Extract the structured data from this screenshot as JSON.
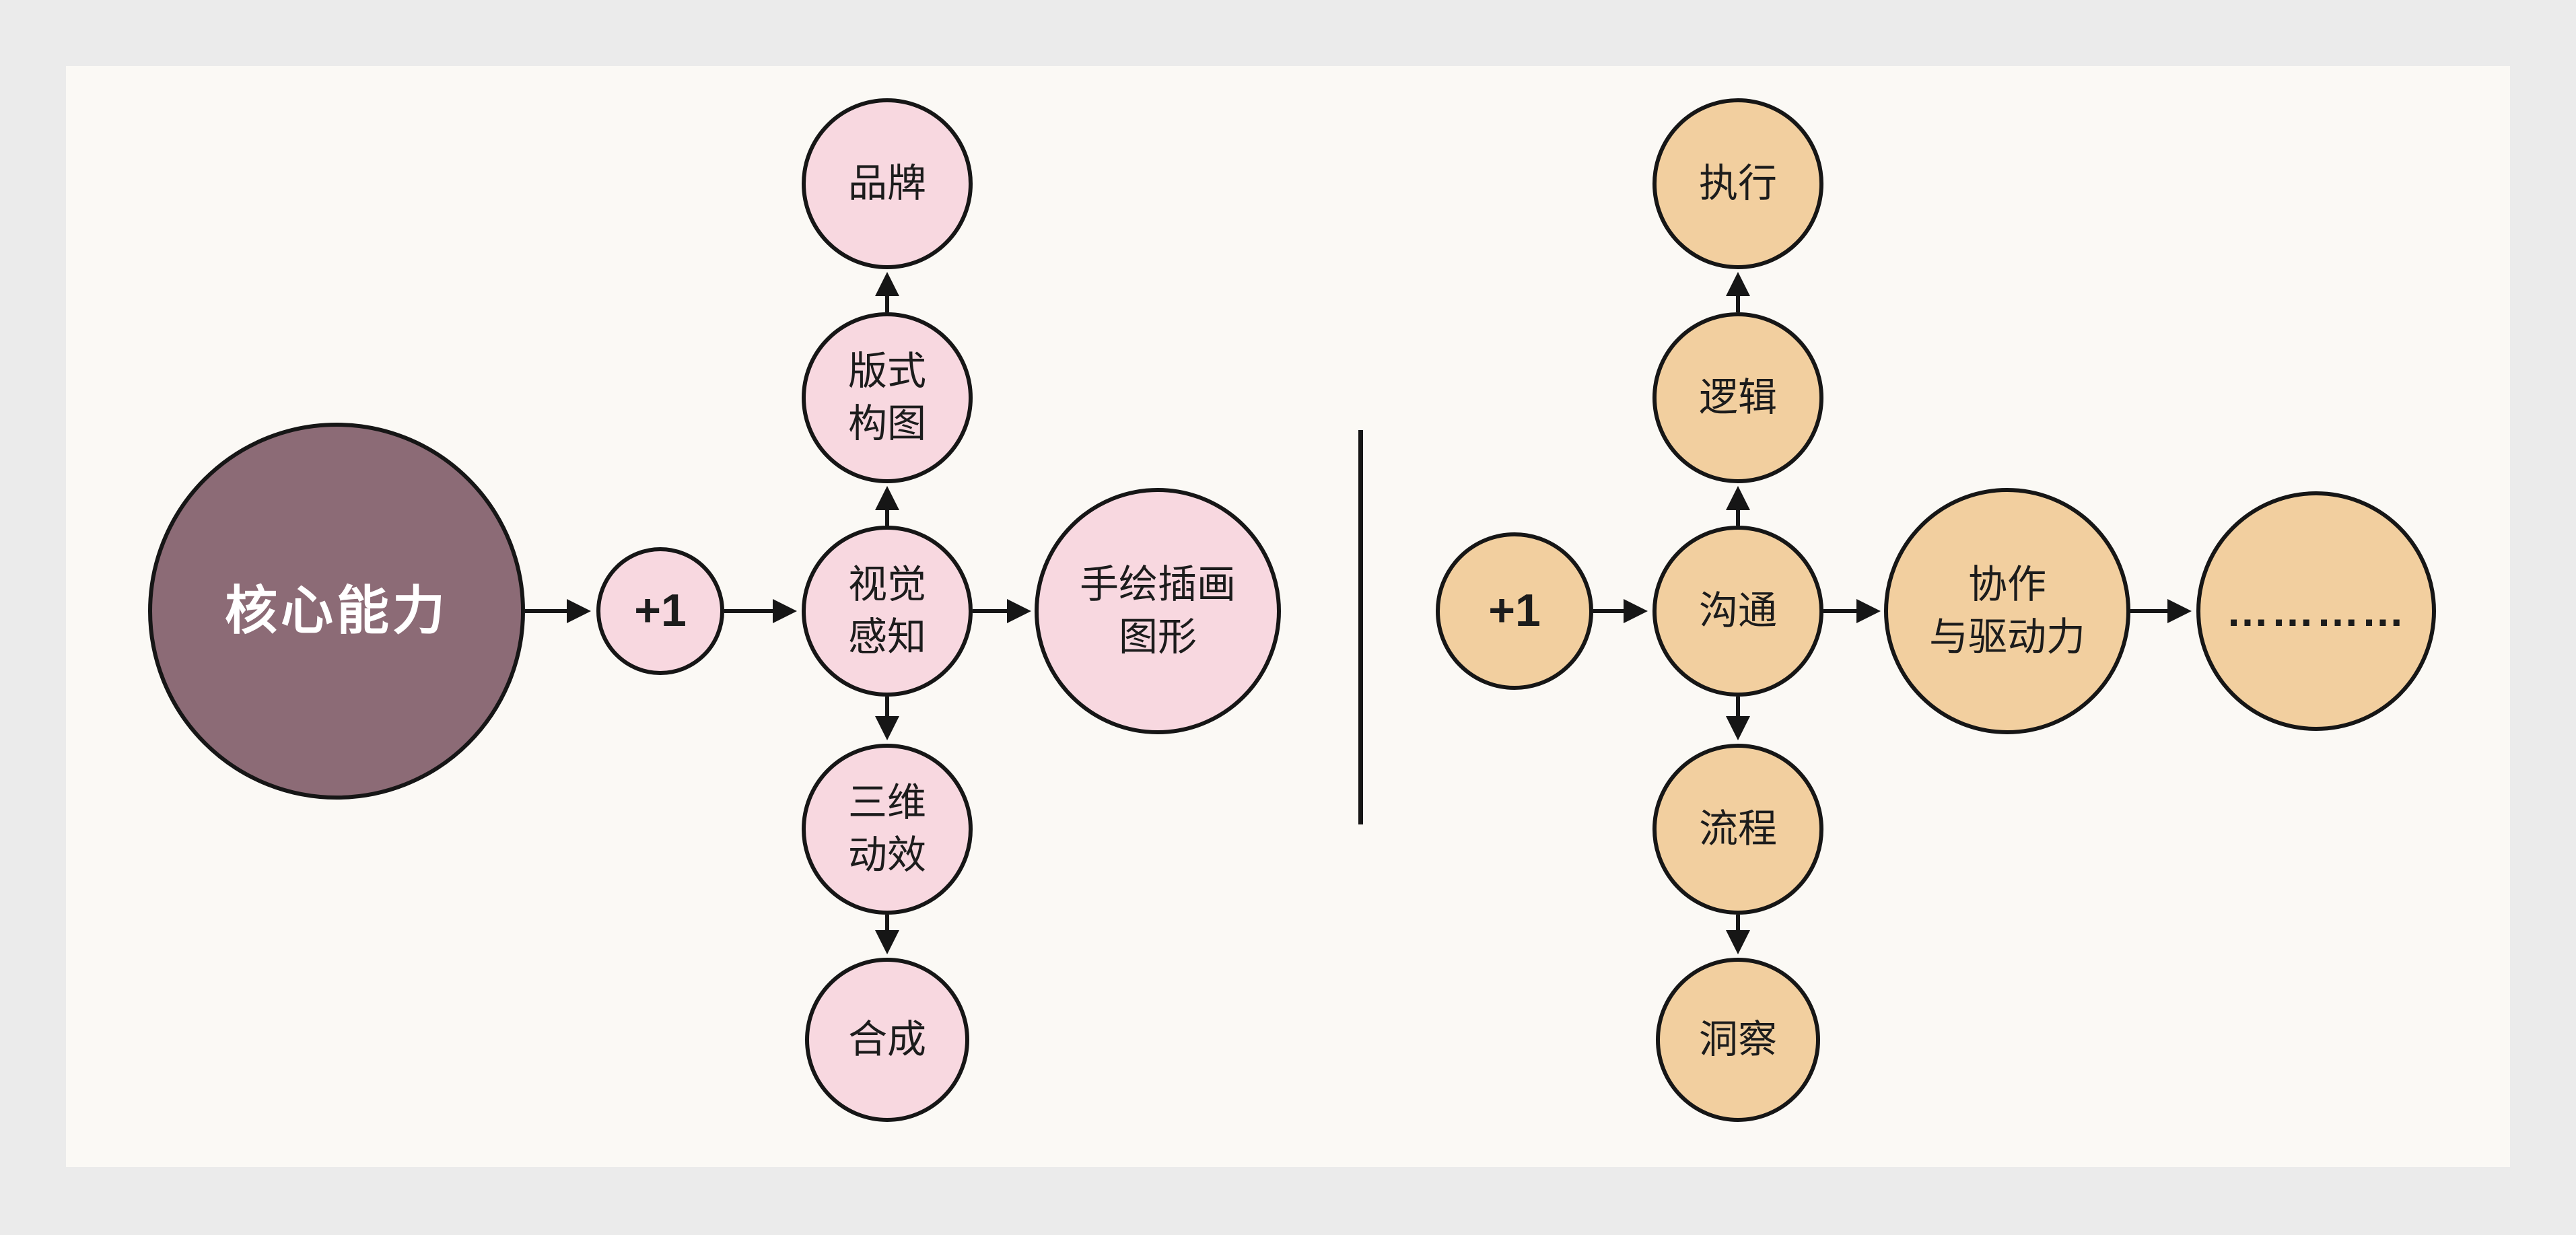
{
  "colors": {
    "page_bg": "#ebebeb",
    "card_bg": "#fbf9f5",
    "pink": "#f8d8e0",
    "tan": "#f2cf9f",
    "mauve": "#8c6b76",
    "stroke": "#161616"
  },
  "nodes": {
    "core": {
      "label": "核心能力"
    },
    "left_plus": {
      "label": "+1"
    },
    "visual": {
      "label": "视觉\n感知"
    },
    "layout": {
      "label": "版式\n构图"
    },
    "brand": {
      "label": "品牌"
    },
    "illustration": {
      "label": "手绘插画\n图形"
    },
    "threed": {
      "label": "三维\n动效"
    },
    "compositing": {
      "label": "合成"
    },
    "right_plus": {
      "label": "+1"
    },
    "communication": {
      "label": "沟通"
    },
    "logic": {
      "label": "逻辑"
    },
    "execution": {
      "label": "执行"
    },
    "collaboration": {
      "label": "协作\n与驱动力"
    },
    "more": {
      "label": "…………"
    },
    "process": {
      "label": "流程"
    },
    "insight": {
      "label": "洞察"
    }
  },
  "edges": [
    "core→left_plus",
    "left_plus→visual",
    "visual→layout",
    "layout→brand",
    "visual→illustration",
    "visual→threed",
    "threed→compositing",
    "right_plus→communication",
    "communication→logic",
    "logic→execution",
    "communication→collaboration",
    "collaboration→more",
    "communication→process",
    "process→insight"
  ]
}
